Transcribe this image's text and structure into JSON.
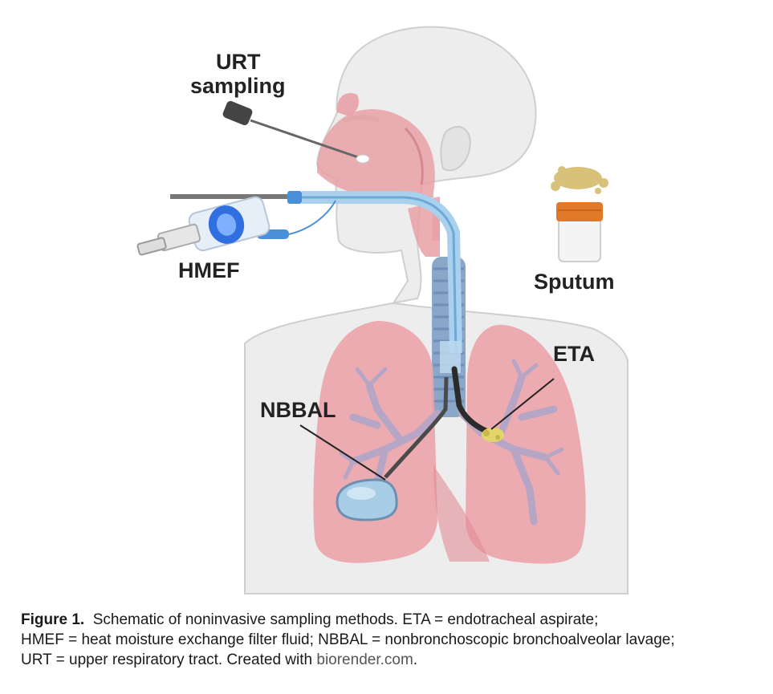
{
  "labels": {
    "urt_line1": "URT",
    "urt_line2": "sampling",
    "hmef": "HMEF",
    "sputum": "Sputum",
    "eta": "ETA",
    "nbbal": "NBBAL"
  },
  "caption": {
    "figure_label": "Figure 1.",
    "text": "Schematic of noninvasive sampling methods. ETA =  endotracheal aspirate;",
    "line2": "HMEF = heat moisture exchange filter fluid; NBBAL = nonbronchoscopic bronchoalveolar lavage;",
    "line3_prefix": "URT = upper respiratory tract. Created with ",
    "link": "biorender.com",
    "line3_suffix": "."
  },
  "colors": {
    "skin": "#ededed",
    "skin_outline": "#d2d2d2",
    "airway_pink": "#e8a0a6",
    "lung": "#eaa3aa",
    "bronchi": "#b6a5c4",
    "trachea_blue": "#8aa6c8",
    "tube_blue": "#9fc8e6",
    "cap_orange": "#e07a2a",
    "sputum_yellow": "#d8c27a"
  }
}
